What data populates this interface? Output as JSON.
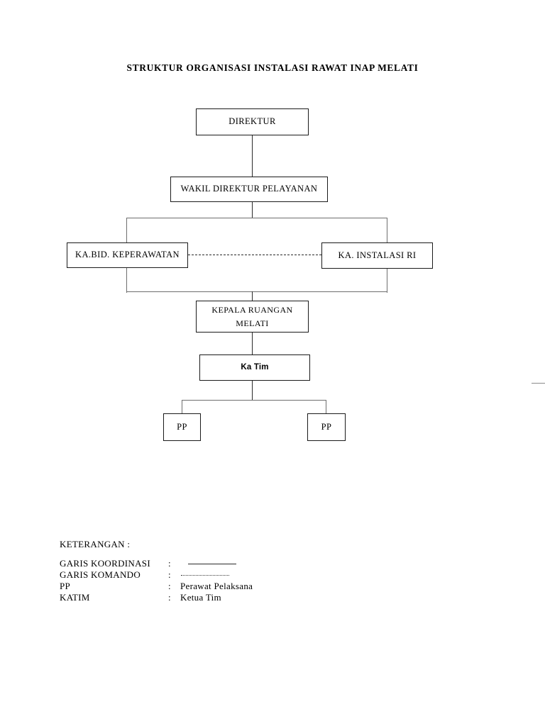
{
  "document": {
    "title": "STRUKTUR ORGANISASI INSTALASI RAWAT INAP MELATI"
  },
  "chart_data": {
    "type": "diagram",
    "diagram_type": "organizational-chart",
    "title": "STRUKTUR ORGANISASI INSTALASI RAWAT INAP MELATI",
    "nodes": [
      {
        "id": "direktur",
        "label": "DIREKTUR",
        "level": 1
      },
      {
        "id": "wakil",
        "label": "WAKIL DIREKTUR PELAYANAN",
        "level": 2
      },
      {
        "id": "kabid",
        "label": "KA.BID. KEPERAWATAN",
        "level": 3
      },
      {
        "id": "kainstalasi",
        "label": "KA. INSTALASI RI",
        "level": 3
      },
      {
        "id": "kepala-ruangan",
        "label_line1": "KEPALA RUANGAN",
        "label_line2": "MELATI",
        "level": 4
      },
      {
        "id": "katim",
        "label": "Ka Tim",
        "level": 5
      },
      {
        "id": "pp-left",
        "label": "PP",
        "level": 6
      },
      {
        "id": "pp-right",
        "label": "PP",
        "level": 6
      }
    ],
    "edges": [
      {
        "from": "direktur",
        "to": "wakil",
        "style": "solid"
      },
      {
        "from": "wakil",
        "to": "kabid",
        "style": "solid"
      },
      {
        "from": "wakil",
        "to": "kainstalasi",
        "style": "solid"
      },
      {
        "from": "kabid",
        "to": "kainstalasi",
        "style": "dashed"
      },
      {
        "from": "kabid",
        "to": "kepala-ruangan",
        "style": "solid"
      },
      {
        "from": "kainstalasi",
        "to": "kepala-ruangan",
        "style": "solid"
      },
      {
        "from": "kepala-ruangan",
        "to": "katim",
        "style": "solid"
      },
      {
        "from": "katim",
        "to": "pp-left",
        "style": "solid"
      },
      {
        "from": "katim",
        "to": "pp-right",
        "style": "solid"
      }
    ]
  },
  "nodes": {
    "direktur": {
      "label": "DIREKTUR"
    },
    "wakil": {
      "label": "WAKIL DIREKTUR PELAYANAN"
    },
    "kabid": {
      "label": "KA.BID. KEPERAWATAN"
    },
    "kainstalasi": {
      "label": "KA. INSTALASI RI"
    },
    "kepala_ruangan": {
      "label_line1": "KEPALA RUANGAN",
      "label_line2": "MELATI"
    },
    "katim": {
      "label": "Ka Tim"
    },
    "pp_left": {
      "label": "PP"
    },
    "pp_right": {
      "label": "PP"
    }
  },
  "legend": {
    "heading": "KETERANGAN :",
    "rows": [
      {
        "term": "GARIS KOORDINASI",
        "colon": ":",
        "value": "",
        "sample": "solid"
      },
      {
        "term": "GARIS KOMANDO",
        "colon": ":",
        "value": "",
        "sample": "dotted"
      },
      {
        "term": "PP",
        "colon": ":",
        "value": "Perawat Pelaksana",
        "sample": "none"
      },
      {
        "term": "KATIM",
        "colon": ":",
        "value": "Ketua Tim",
        "sample": "none"
      }
    ]
  },
  "colors": {
    "page_background": "#ffffff",
    "ink": "#000000",
    "box_border": "#1a1a1a",
    "connector": "#2a2a2a",
    "connector_light": "#6e6e6e"
  }
}
